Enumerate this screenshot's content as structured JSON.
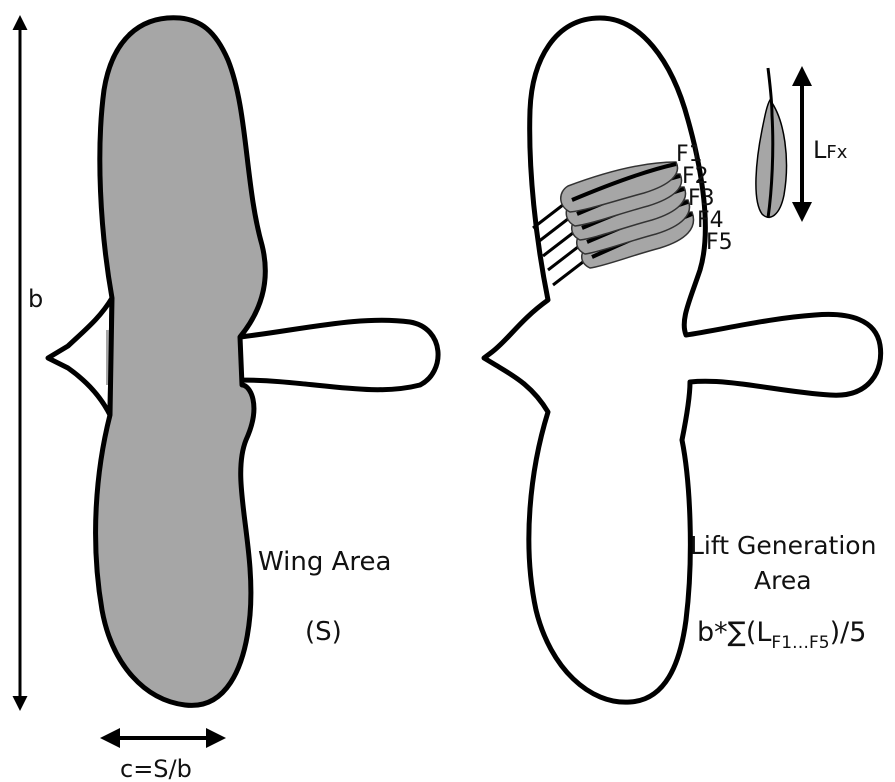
{
  "left_figure": {
    "span_label": "b",
    "area_label_line1": "Wing Area",
    "area_label_line2": "(S)",
    "chord_label": "c=S/b"
  },
  "right_figure": {
    "feather_labels": [
      "F1",
      "F2",
      "F3",
      "F4",
      "F5"
    ],
    "feather_length_label_main": "L",
    "feather_length_label_sub": "Fx",
    "lift_label_line1": "Lift Generation",
    "lift_label_line2": "Area",
    "formula_prefix": "b*∑(L",
    "formula_subscript": "F1…F5",
    "formula_suffix": ")/5"
  },
  "colors": {
    "fill_gray": "#a6a6a6",
    "stroke": "#000000",
    "background": "#ffffff"
  }
}
